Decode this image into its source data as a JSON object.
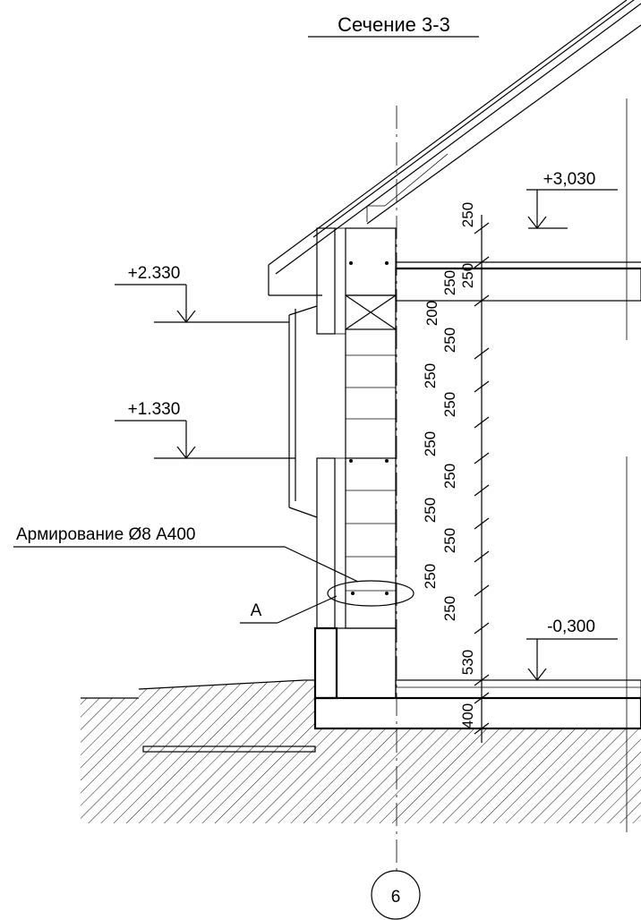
{
  "title": "Сечение 3-3",
  "elevations": {
    "roof_top": "+3,030",
    "window_top": "+2.330",
    "window_bottom": "+1.330",
    "ground": "-0,300"
  },
  "callouts": {
    "reinforcement": "Армирование Ø8 А400",
    "detail": "А"
  },
  "dimensions": [
    "250",
    "250",
    "250",
    "200",
    "250",
    "250",
    "250",
    "250",
    "250",
    "250",
    "250",
    "250",
    "250",
    "530",
    "400"
  ],
  "axis_marker": "6",
  "colors": {
    "line": "#000000",
    "background": "#ffffff"
  }
}
